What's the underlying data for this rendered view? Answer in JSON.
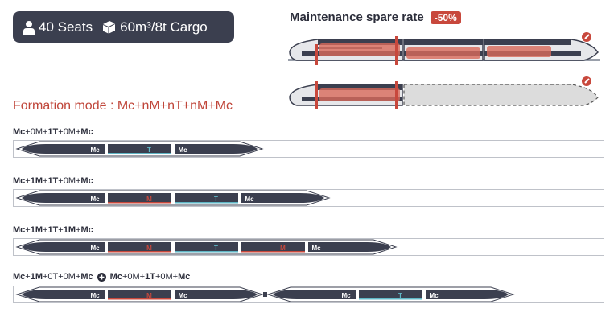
{
  "specs": {
    "seats": "40 Seats",
    "cargo": "60m³/8t Cargo"
  },
  "maintenance": {
    "title": "Maintenance spare rate",
    "rate": "-50%"
  },
  "formation_mode": "Formation mode : Mc+nM+nT+nM+Mc",
  "rows": [
    {
      "label": [
        [
          "Mc",
          true
        ],
        [
          "+0M+",
          false
        ],
        [
          "1T",
          true
        ],
        [
          "+0M+",
          false
        ],
        [
          "Mc",
          true
        ]
      ],
      "cars": [
        "Mc",
        "T",
        "Mc"
      ]
    },
    {
      "label": [
        [
          "Mc",
          true
        ],
        [
          "+",
          false
        ],
        [
          "1M",
          true
        ],
        [
          "+",
          false
        ],
        [
          "1T",
          true
        ],
        [
          "+0M+",
          false
        ],
        [
          "Mc",
          true
        ]
      ],
      "cars": [
        "Mc",
        "M",
        "T",
        "Mc"
      ]
    },
    {
      "label": [
        [
          "Mc",
          true
        ],
        [
          "+",
          false
        ],
        [
          "1M",
          true
        ],
        [
          "+",
          false
        ],
        [
          "1T",
          true
        ],
        [
          "+",
          false
        ],
        [
          "1M",
          true
        ],
        [
          "+",
          false
        ],
        [
          "Mc",
          true
        ]
      ],
      "cars": [
        "Mc",
        "M",
        "T",
        "M",
        "Mc"
      ]
    },
    {
      "label": [
        [
          "Mc",
          true
        ],
        [
          "+",
          false
        ],
        [
          "1M",
          true
        ],
        [
          "+0T+0M+",
          false
        ],
        [
          "Mc",
          true
        ]
      ],
      "label2": [
        [
          "Mc",
          true
        ],
        [
          "+0M+",
          false
        ],
        [
          "1T",
          true
        ],
        [
          "+0M+",
          false
        ],
        [
          "Mc",
          true
        ]
      ],
      "cars": [
        "Mc",
        "M",
        "Mc"
      ],
      "cars2": [
        "Mc",
        "T",
        "Mc"
      ]
    }
  ],
  "colors": {
    "car_body": "#3b3f4f",
    "motor_stripe": "#c8483c",
    "trailer_stripe": "#5fb6c5",
    "accent_red": "#c0463a"
  }
}
